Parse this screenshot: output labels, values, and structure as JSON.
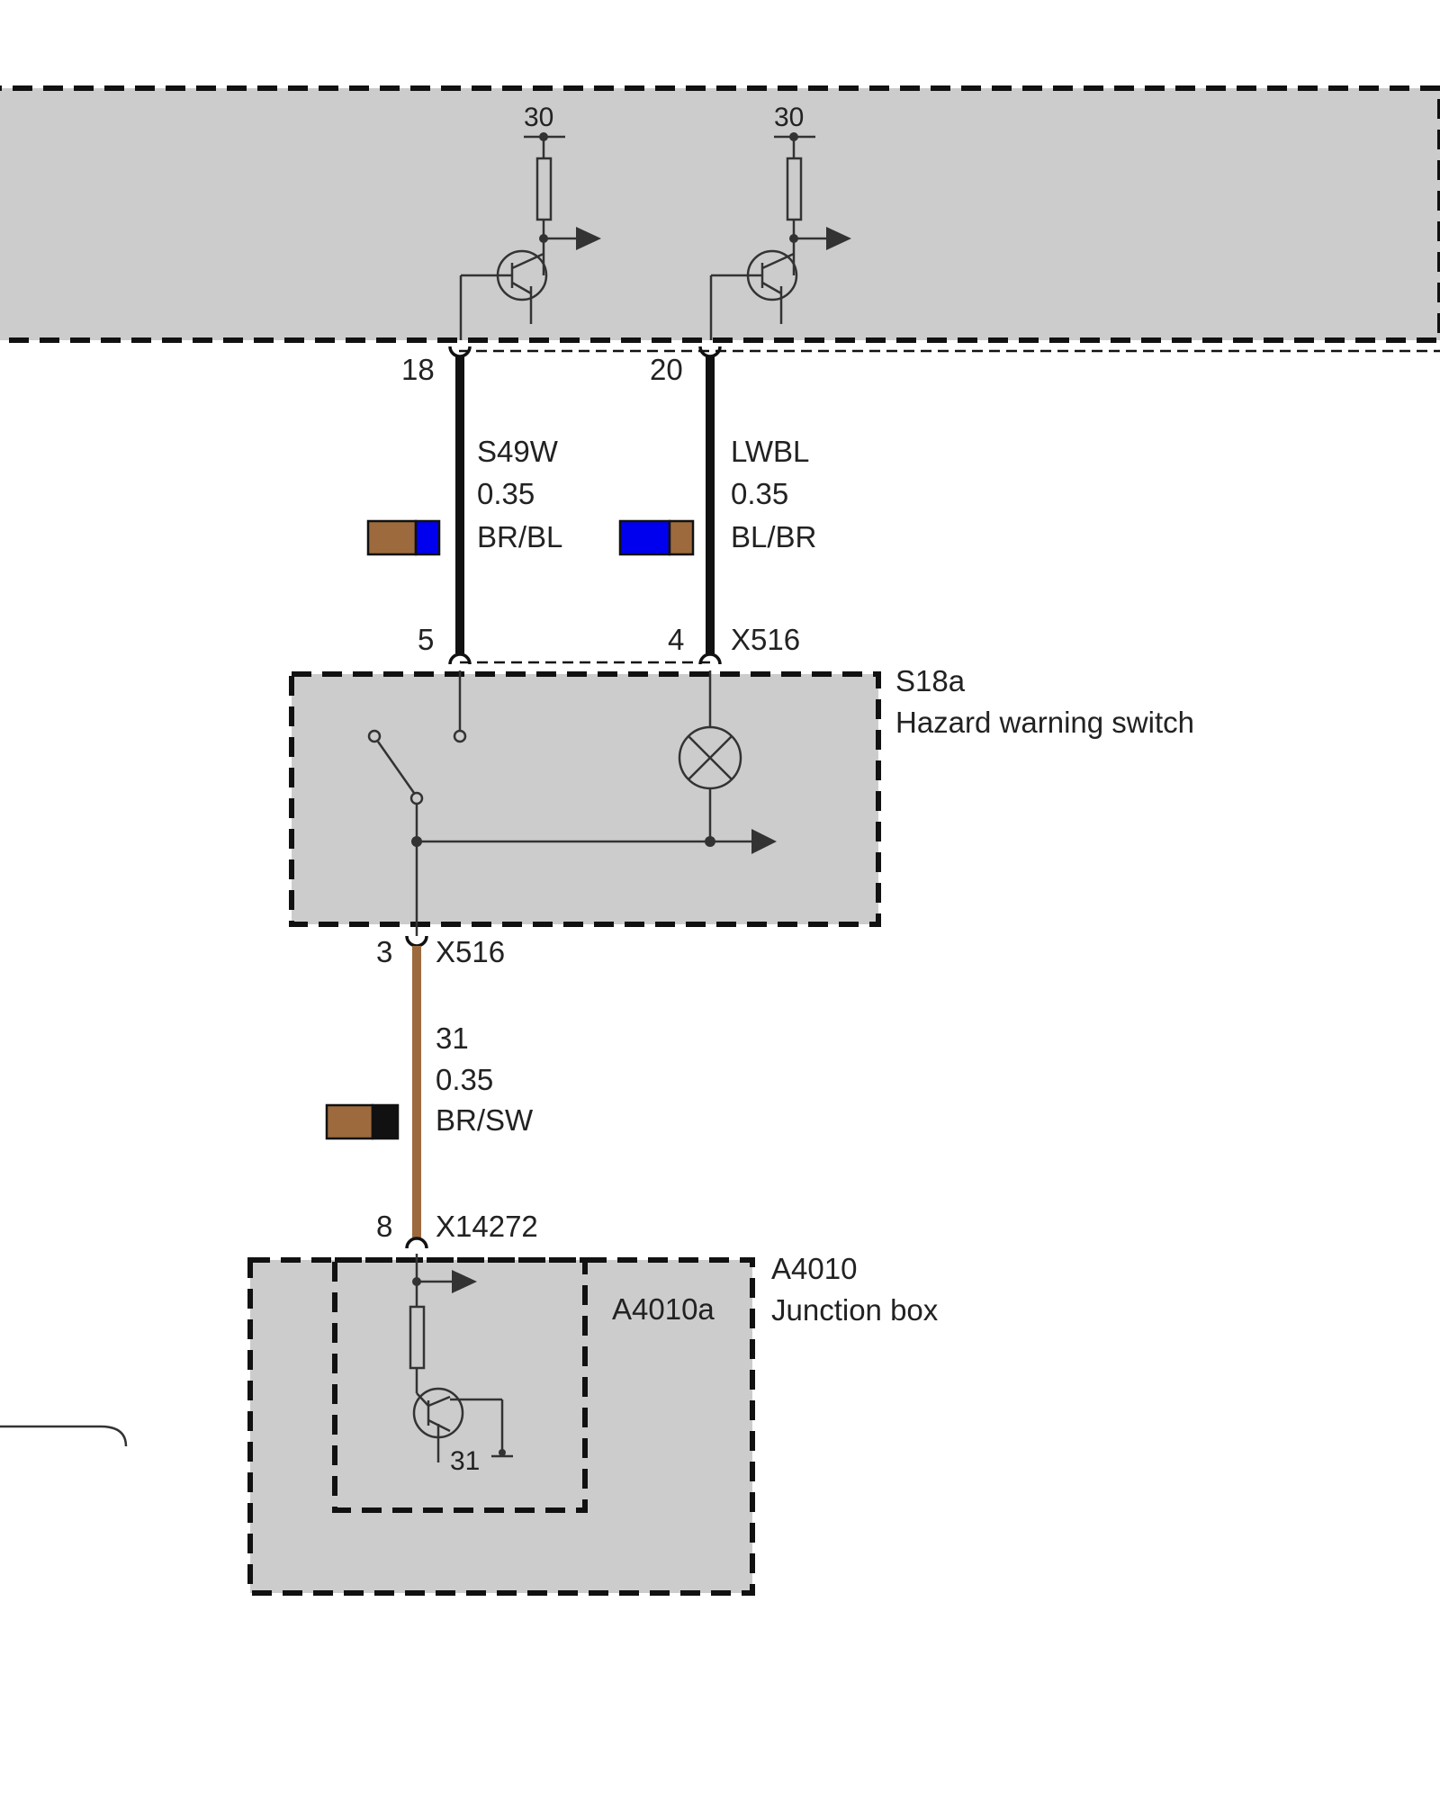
{
  "colors": {
    "brown": "#9d6a3e",
    "blue": "#0000ee",
    "black": "#111111",
    "component_fill": "#cccccc"
  },
  "top_unit": {
    "supply_left": "30",
    "supply_right": "30"
  },
  "wire_left": {
    "pin_top": "18",
    "pin_bottom": "5",
    "signal": "S49W",
    "cross_section": "0.35",
    "color_code": "BR/BL",
    "swatch": [
      "brown",
      "blue"
    ]
  },
  "wire_right": {
    "pin_top": "20",
    "pin_bottom": "4",
    "signal": "LWBL",
    "cross_section": "0.35",
    "color_code": "BL/BR",
    "swatch": [
      "blue",
      "brown"
    ]
  },
  "switch": {
    "connector": "X516",
    "id": "S18a",
    "name": "Hazard warning switch"
  },
  "ground_wire": {
    "pin_top": "3",
    "connector_top": "X516",
    "signal": "31",
    "cross_section": "0.35",
    "color_code": "BR/SW",
    "swatch": [
      "brown",
      "black"
    ],
    "pin_bottom": "8",
    "connector_bottom": "X14272"
  },
  "junction_box": {
    "inner_id": "A4010a",
    "id": "A4010",
    "name": "Junction box",
    "ground_label": "31"
  }
}
